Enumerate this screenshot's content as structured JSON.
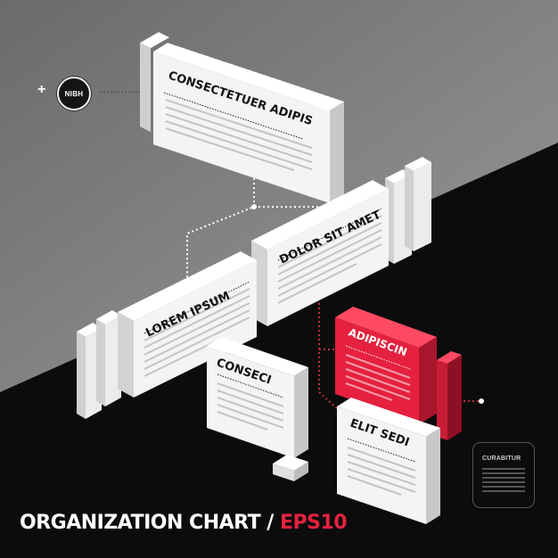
{
  "boxes": {
    "consectetuer": {
      "title": "CONSECTETUER ADIPIS"
    },
    "dolor": {
      "title": "DOLOR SIT AMET"
    },
    "lorem": {
      "title": "LOREM IPSUM"
    },
    "conseci": {
      "title": "CONSECI"
    },
    "adipiscin": {
      "title": "ADIPISCIN"
    },
    "elit": {
      "title": "ELIT SEDI"
    }
  },
  "nibh": {
    "label": "NIBH",
    "plus": "+"
  },
  "curabitur": {
    "title": "CURABITUR"
  },
  "footer": {
    "title_main": "ORGANIZATION CHART / ",
    "title_accent": "EPS10"
  },
  "colors": {
    "accent": "#e5213f",
    "light_bg": "#8c8c8c",
    "dark_bg": "#0a0a0a",
    "box_front": "#f4f4f4",
    "box_side": "#d6d6d6"
  }
}
